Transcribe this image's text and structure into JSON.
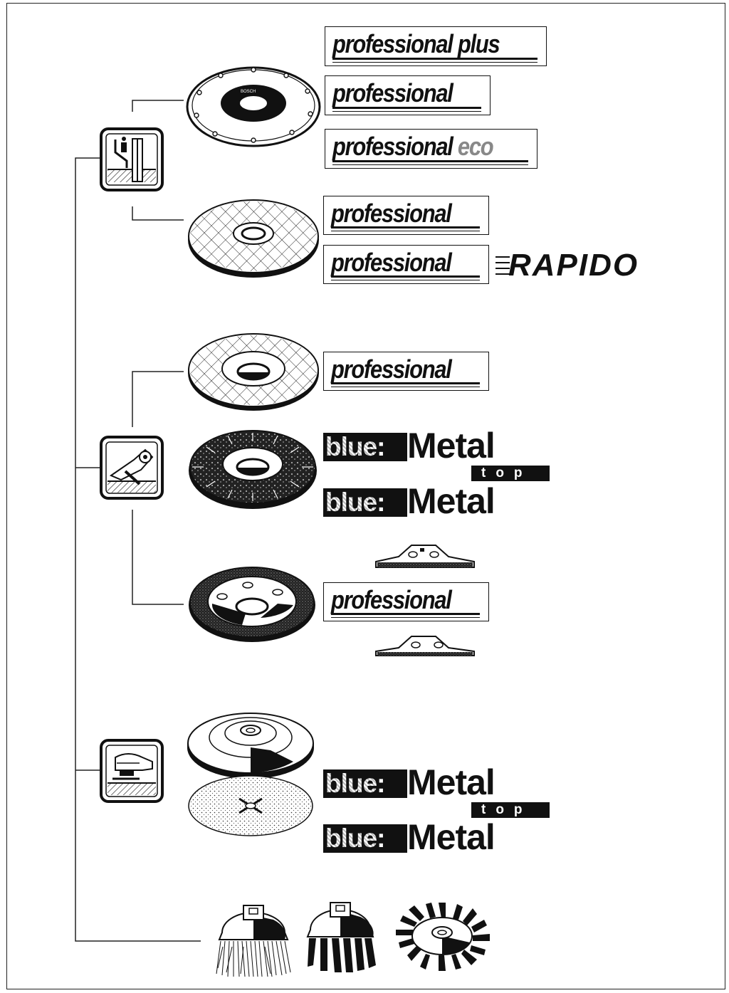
{
  "labels": {
    "professional_plus": "professional plus",
    "professional": "professional",
    "professional_eco_word": "professional",
    "eco": "eco",
    "rapido": "RAPIDO",
    "blue": "blue",
    "colon": ":",
    "metal": "Metal",
    "top": "top"
  },
  "icons": [
    "cutting-machine-icon",
    "angle-grinder-icon",
    "sander-icon"
  ],
  "products": [
    "diamond-cutting-disc",
    "cutting-disc",
    "depressed-centre-cutting-disc",
    "flap-disc",
    "grinding-disc",
    "backing-pad-with-sanding-disc",
    "wire-cup-brushes"
  ]
}
